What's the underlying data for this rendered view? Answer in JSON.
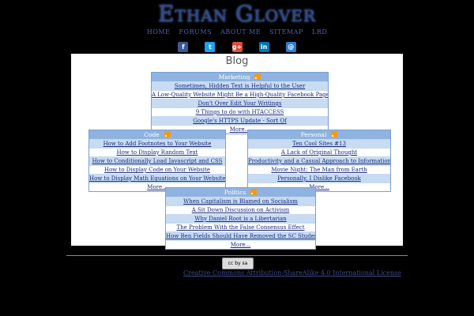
{
  "site": {
    "title": "Ethan Glover"
  },
  "nav": {
    "items": [
      "HOME",
      "FORUMS",
      "ABOUT ME",
      "SITEMAP",
      "LRD"
    ]
  },
  "social": [
    {
      "icon": "facebook-icon",
      "glyph": "f",
      "color": "#3b5998"
    },
    {
      "icon": "twitter-icon",
      "glyph": "t",
      "color": "#1da1f2"
    },
    {
      "icon": "google-plus-icon",
      "glyph": "g+",
      "color": "#dd4b39"
    },
    {
      "icon": "linkedin-icon",
      "glyph": "in",
      "color": "#0077b5"
    },
    {
      "icon": "email-icon",
      "glyph": "@",
      "color": "#2a7fd4"
    }
  ],
  "blog": {
    "title": "Blog",
    "sections": [
      {
        "name": "Marketing",
        "posts": [
          "Sometimes, Hidden Text is Helpful to the User",
          "A Low-Quality Website Might Be a High-Quality Facebook Page",
          "Don't Over Edit Your Writings",
          "9 Things to do with HTACCESS",
          "Google's HTTPS Update - Sort Of"
        ],
        "more": "More..."
      },
      {
        "name": "Code",
        "posts": [
          "How to Add Footnotes to Your Website",
          "How to Display Random Text",
          "How to Conditionally Load Javascript and CSS",
          "How to Display Code on Your Website",
          "How to Display Math Equations on Your Website"
        ],
        "more": "More..."
      },
      {
        "name": "Personal",
        "posts": [
          "Ten Cool Sites #13",
          "A Lack of Original Thought",
          "Productivity and a Casual Approach to Information",
          "Movie Night: The Man from Earth",
          "Personally, I Dislike Facebook"
        ],
        "more": "More..."
      },
      {
        "name": "Politics",
        "posts": [
          "When Capitalism is Blamed on Socialism",
          "A Sit Down Discussion on Activism",
          "Why Daniel Root is a Libertarian",
          "The Problem With the False Consensus Effect",
          "How Ben Fields Should Have Removed the SC Student"
        ],
        "more": "More..."
      }
    ]
  },
  "footer": {
    "badge": "cc by sa",
    "license": "Creative Commons Attribution-ShareAlike 4.0 International License"
  }
}
